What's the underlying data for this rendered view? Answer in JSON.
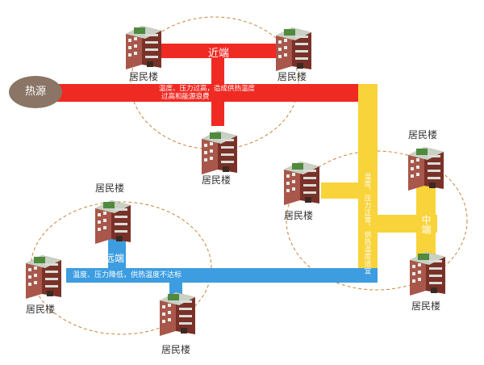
{
  "heat_source": {
    "label": "热源"
  },
  "zones": {
    "near": {
      "label": "近端",
      "note_line1": "温度、压力过高，造成供热温度",
      "note_line2": "过高和能源浪费"
    },
    "middle": {
      "label": "中端",
      "note": "温度、压力正常，供热温度适宜"
    },
    "far": {
      "label": "远端",
      "note": "温度、压力降低，供热温度不达标"
    }
  },
  "buildings": [
    {
      "label": "居民楼"
    },
    {
      "label": "居民楼"
    },
    {
      "label": "居民楼"
    },
    {
      "label": "居民楼"
    },
    {
      "label": "居民楼"
    },
    {
      "label": "居民楼"
    },
    {
      "label": "居民楼"
    },
    {
      "label": "居民楼"
    },
    {
      "label": "居民楼"
    }
  ],
  "colors": {
    "near_pipe": "#ef2a23",
    "middle_pipe": "#f9d33a",
    "far_pipe": "#3d9de0",
    "zone_outline": "#c8853c",
    "heat_source": "#8a7566"
  }
}
